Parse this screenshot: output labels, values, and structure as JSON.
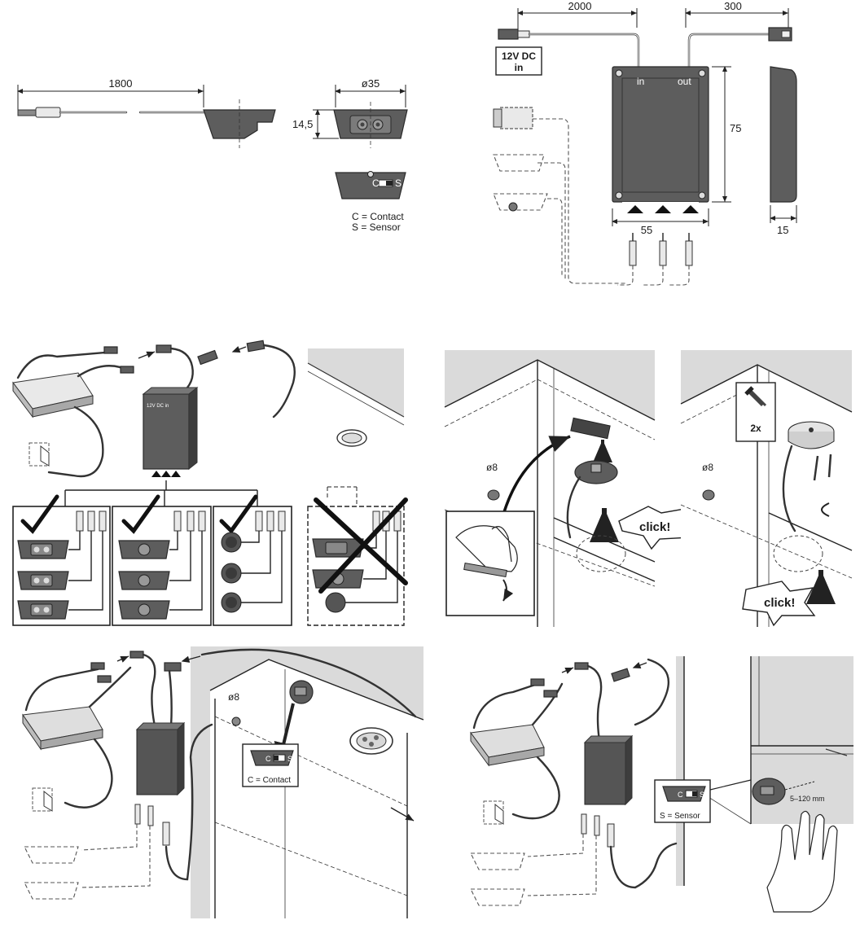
{
  "top_left": {
    "cable_length": "1800",
    "diameter": "ø35",
    "height": "14,5",
    "switch_c": "C",
    "switch_s": "S",
    "legend_contact": "C = Contact",
    "legend_sensor": "S = Sensor"
  },
  "top_right": {
    "in_cable_length": "2000",
    "out_cable_length": "300",
    "power_label_line1": "12V DC",
    "power_label_line2": "in",
    "port_in": "in",
    "port_out": "out",
    "box_height": "75",
    "box_width": "55",
    "box_depth": "15"
  },
  "mid_left": {
    "box_port_text": "12V DC  in"
  },
  "mid_right": {
    "hole_a": "ø8",
    "hole_b": "ø8",
    "click_a": "click!",
    "click_b": "click!",
    "screw_qty": "2x"
  },
  "bottom_left": {
    "hole": "ø8",
    "switch_c": "C",
    "switch_s": "S",
    "legend_contact": "C = Contact"
  },
  "bottom_right": {
    "switch_c": "C",
    "switch_s": "S",
    "legend_sensor": "S = Sensor",
    "range": "5–120 mm"
  }
}
